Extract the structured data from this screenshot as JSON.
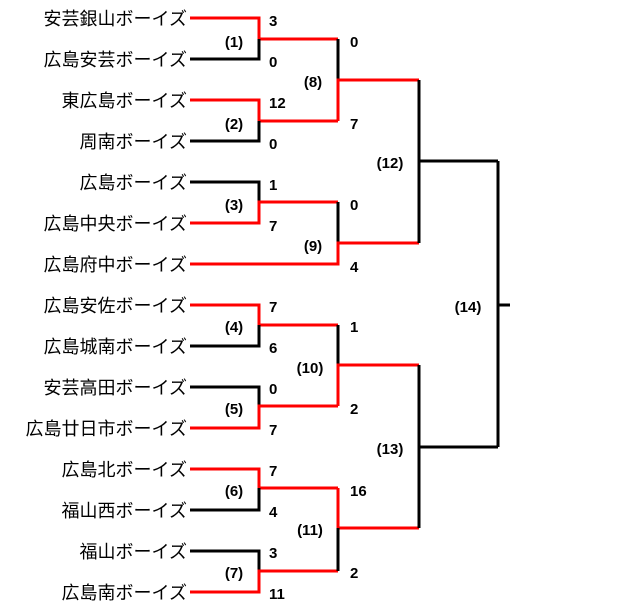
{
  "colors": {
    "winner": "#ff0000",
    "loser": "#000000"
  },
  "teams": [
    "安芸銀山ボーイズ",
    "広島安芸ボーイズ",
    "東広島ボーイズ",
    "周南ボーイズ",
    "広島ボーイズ",
    "広島中央ボーイズ",
    "広島府中ボーイズ",
    "広島安佐ボーイズ",
    "広島城南ボーイズ",
    "安芸高田ボーイズ",
    "広島廿日市ボーイズ",
    "広島北ボーイズ",
    "福山西ボーイズ",
    "福山ボーイズ",
    "広島南ボーイズ"
  ],
  "matches": [
    {
      "label": "(1)",
      "scores": [
        "3",
        "0"
      ]
    },
    {
      "label": "(2)",
      "scores": [
        "12",
        "0"
      ]
    },
    {
      "label": "(3)",
      "scores": [
        "1",
        "7"
      ]
    },
    {
      "label": "(4)",
      "scores": [
        "7",
        "6"
      ]
    },
    {
      "label": "(5)",
      "scores": [
        "0",
        "7"
      ]
    },
    {
      "label": "(6)",
      "scores": [
        "7",
        "4"
      ]
    },
    {
      "label": "(7)",
      "scores": [
        "3",
        "11"
      ]
    },
    {
      "label": "(8)",
      "scores": [
        "0",
        "7"
      ]
    },
    {
      "label": "(9)",
      "scores": [
        "0",
        "4"
      ]
    },
    {
      "label": "(10)",
      "scores": [
        "1",
        "2"
      ]
    },
    {
      "label": "(11)",
      "scores": [
        "16",
        "2"
      ]
    },
    {
      "label": "(12)",
      "scores": []
    },
    {
      "label": "(13)",
      "scores": []
    },
    {
      "label": "(14)",
      "scores": []
    }
  ]
}
